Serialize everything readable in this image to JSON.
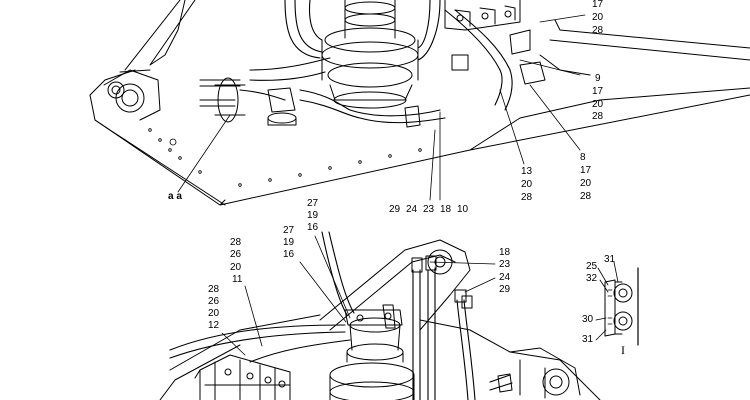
{
  "diagram": {
    "roman_marker": "I",
    "section_mark": "a a",
    "top_view": {
      "stack_right_top": [
        "17",
        "20",
        "28"
      ],
      "stack_9": [
        "9",
        "17",
        "20",
        "28"
      ],
      "stack_13": [
        "13",
        "20",
        "28"
      ],
      "stack_8": [
        "8",
        "17",
        "20",
        "28"
      ],
      "bottom_row": [
        "29",
        "24",
        "23",
        "18",
        "10"
      ]
    },
    "bottom_view": {
      "stack_27a": [
        "27",
        "19",
        "16"
      ],
      "stack_27b": [
        "27",
        "19",
        "16"
      ],
      "stack_11": [
        "28",
        "26",
        "20",
        "11"
      ],
      "stack_12": [
        "28",
        "26",
        "20",
        "12"
      ],
      "stack_18": [
        "18",
        "23",
        "24",
        "29"
      ]
    },
    "detail_view": {
      "label_25": "25",
      "label_32": "32",
      "label_31_top": "31",
      "label_30": "30",
      "label_31_bottom": "31"
    }
  }
}
